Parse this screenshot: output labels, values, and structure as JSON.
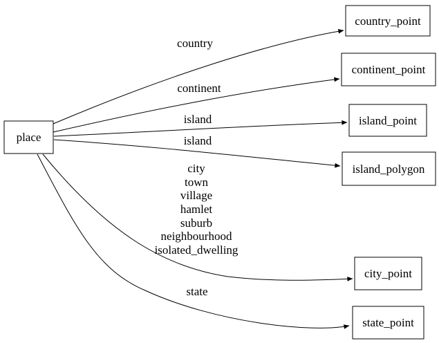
{
  "diagram": {
    "type": "directed-graph",
    "background_color": "#ffffff",
    "line_color": "#000000",
    "text_color": "#000000",
    "nodes": [
      {
        "id": "place",
        "label": "place"
      },
      {
        "id": "country_point",
        "label": "country_point"
      },
      {
        "id": "continent_point",
        "label": "continent_point"
      },
      {
        "id": "island_point",
        "label": "island_point"
      },
      {
        "id": "island_polygon",
        "label": "island_polygon"
      },
      {
        "id": "city_point",
        "label": "city_point"
      },
      {
        "id": "state_point",
        "label": "state_point"
      }
    ],
    "edges": [
      {
        "from": "place",
        "to": "country_point",
        "labels": [
          "country"
        ]
      },
      {
        "from": "place",
        "to": "continent_point",
        "labels": [
          "continent"
        ]
      },
      {
        "from": "place",
        "to": "island_point",
        "labels": [
          "island"
        ]
      },
      {
        "from": "place",
        "to": "island_polygon",
        "labels": [
          "island"
        ]
      },
      {
        "from": "place",
        "to": "city_point",
        "labels": [
          "city",
          "town",
          "village",
          "hamlet",
          "suburb",
          "neighbourhood",
          "isolated_dwelling"
        ]
      },
      {
        "from": "place",
        "to": "state_point",
        "labels": [
          "state"
        ]
      }
    ]
  }
}
